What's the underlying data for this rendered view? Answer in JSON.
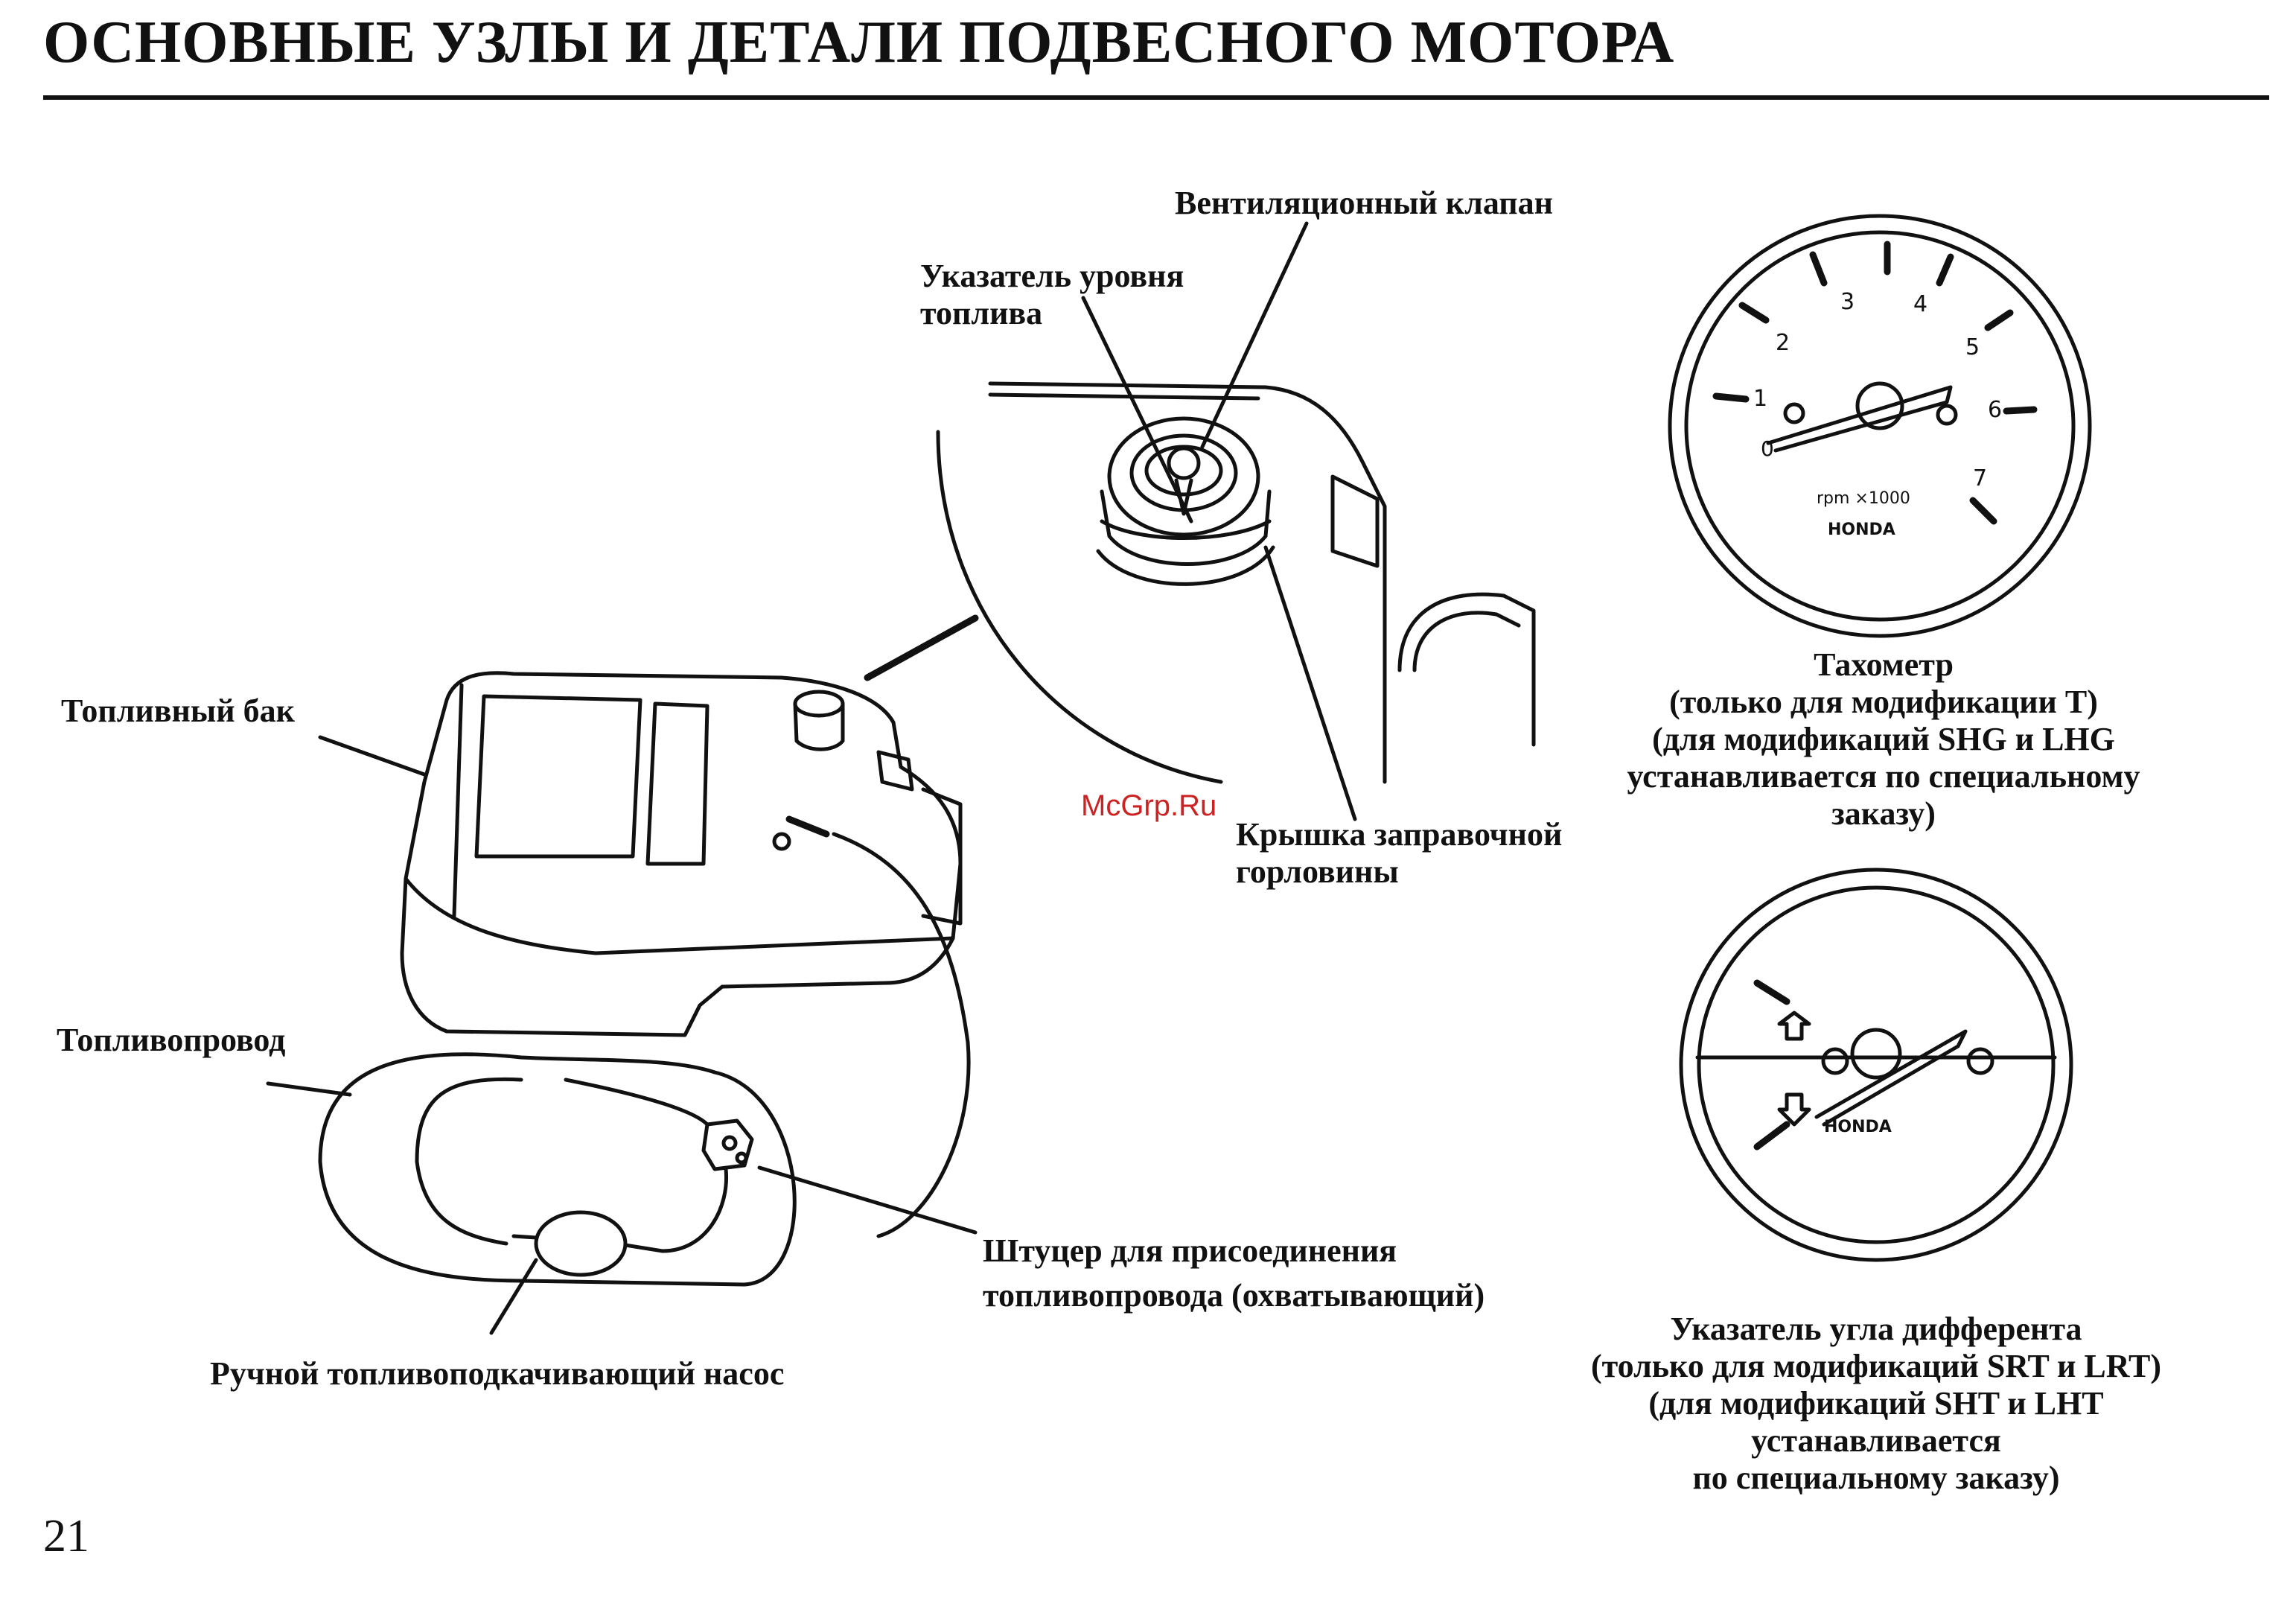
{
  "page": {
    "title": "ОСНОВНЫЕ УЗЛЫ И ДЕТАЛИ ПОДВЕСНОГО МОТОРА",
    "page_number": "21",
    "watermark": "McGrp.Ru"
  },
  "labels": {
    "vent_valve": "Вентиляционный клапан",
    "fuel_gauge": [
      "Указатель уровня",
      "топлива"
    ],
    "fuel_tank": "Топливный бак",
    "filler_cap": [
      "Крышка заправочной",
      "горловины"
    ],
    "fuel_line": "Топливопровод",
    "connector": [
      "Штуцер для присоединения",
      "топливопровода (охватывающий)"
    ],
    "primer_bulb": "Ручной топливоподкачивающий насос"
  },
  "tachometer": {
    "caption": [
      "Тахометр",
      "(только для модификации T)",
      "(для модификаций SHG и LHG",
      "устанавливается по специальному",
      "заказу)"
    ],
    "scale": [
      "0",
      "1",
      "2",
      "3",
      "4",
      "5",
      "6",
      "7"
    ],
    "unit": "rpm ×1000",
    "brand": "HONDA"
  },
  "trim_gauge": {
    "caption": [
      "Указатель угла дифферента",
      "(только для модификаций SRT и LRT)",
      "(для модификаций SHT и LHT",
      "устанавливается",
      "по специальному заказу)"
    ],
    "brand": "HONDA"
  }
}
